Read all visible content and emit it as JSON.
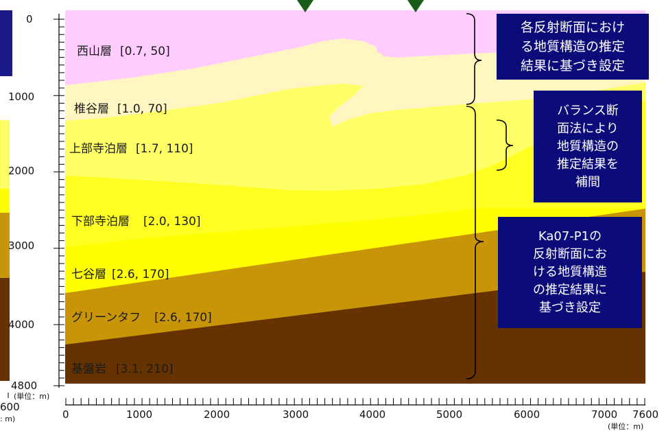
{
  "colors": {
    "nishiyama": "#ffccff",
    "shiiya": "#fff6c2",
    "kamiteradomari": "#ffff66",
    "shimoteradomari": "#ffff22",
    "nanatani": "#ffff00",
    "greentuff": "#c89408",
    "basement": "#663300",
    "box_bg": "#0b0b7a",
    "marker": "#1a5c1a"
  },
  "layers": [
    {
      "name": "西山層",
      "params": "[0.7, 50]"
    },
    {
      "name": "椎谷層",
      "params": "[1.0, 70]"
    },
    {
      "name": "上部寺泊層",
      "params": "[1.7, 110]"
    },
    {
      "name": "下部寺泊層",
      "params": "[2.0, 130]"
    },
    {
      "name": "七谷層",
      "params": "[2.6, 170]"
    },
    {
      "name": "グリーンタフ",
      "params": "[2.6, 170]"
    },
    {
      "name": "基盤岩",
      "params": "[3.1, 210]"
    }
  ],
  "y_axis": {
    "ticks": [
      "0",
      "1000",
      "2000",
      "3000",
      "4000",
      "4800"
    ],
    "min": 0,
    "max": 4800
  },
  "x_axis": {
    "ticks": [
      "0",
      "1000",
      "2000",
      "3000",
      "4000",
      "5000",
      "6000",
      "7000",
      "7600"
    ],
    "min": 0,
    "max": 7600,
    "unit": "(単位：m)"
  },
  "left_fragment": {
    "unit": "(単位：m)",
    "tick": "600",
    "unit2": ": m)"
  },
  "callouts": {
    "top": "各反射断面におけ\nる地質構造の推定\n結果に基づき設定",
    "mid": "バランス断\n面法により\n地質構造の\n推定結果を\n補間",
    "bot": "Ka07-P1の\n反射断面にお\nける地質構造\nの推定結果に\n基づき設定"
  },
  "markers": [
    "marker-1",
    "marker-2"
  ]
}
